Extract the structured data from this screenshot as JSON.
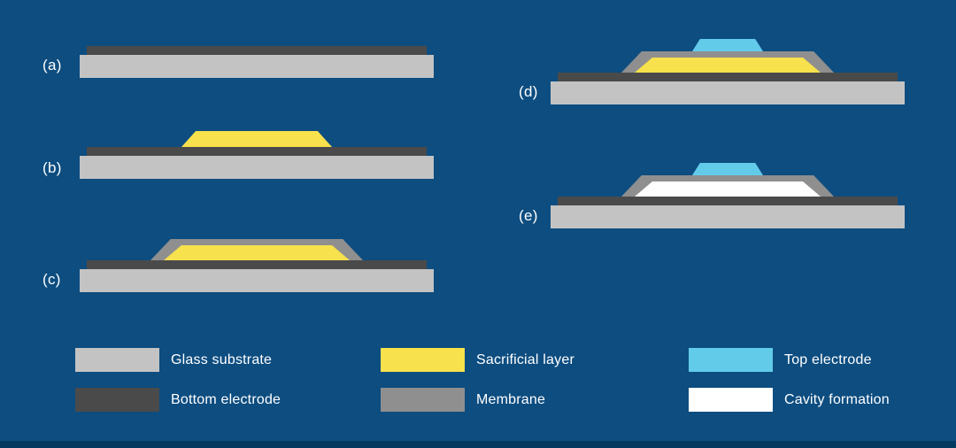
{
  "colors": {
    "background": "#0d4d80",
    "glass": "#c3c3c3",
    "bottom_electrode": "#4a4a4a",
    "sacrificial": "#f7e14d",
    "membrane": "#8f8f8f",
    "top_electrode": "#63cbea",
    "cavity": "#ffffff",
    "footer": "#053a60",
    "text": "#ffffff"
  },
  "panels": [
    {
      "label": "(a)",
      "layers": [
        "glass substrate",
        "bottom electrode"
      ]
    },
    {
      "label": "(b)",
      "layers": [
        "glass substrate",
        "bottom electrode",
        "sacrificial layer"
      ]
    },
    {
      "label": "(c)",
      "layers": [
        "glass substrate",
        "bottom electrode",
        "sacrificial layer",
        "membrane"
      ]
    },
    {
      "label": "(d)",
      "layers": [
        "glass substrate",
        "bottom electrode",
        "sacrificial layer",
        "membrane",
        "top electrode"
      ]
    },
    {
      "label": "(e)",
      "layers": [
        "glass substrate",
        "bottom electrode",
        "cavity formation",
        "membrane",
        "top electrode"
      ]
    }
  ],
  "legend": [
    {
      "key": "glass",
      "label": "Glass substrate"
    },
    {
      "key": "bottom_electrode",
      "label": "Bottom electrode"
    },
    {
      "key": "sacrificial",
      "label": "Sacrificial layer"
    },
    {
      "key": "membrane",
      "label": "Membrane"
    },
    {
      "key": "top_electrode",
      "label": "Top electrode"
    },
    {
      "key": "cavity",
      "label": "Cavity formation"
    }
  ]
}
